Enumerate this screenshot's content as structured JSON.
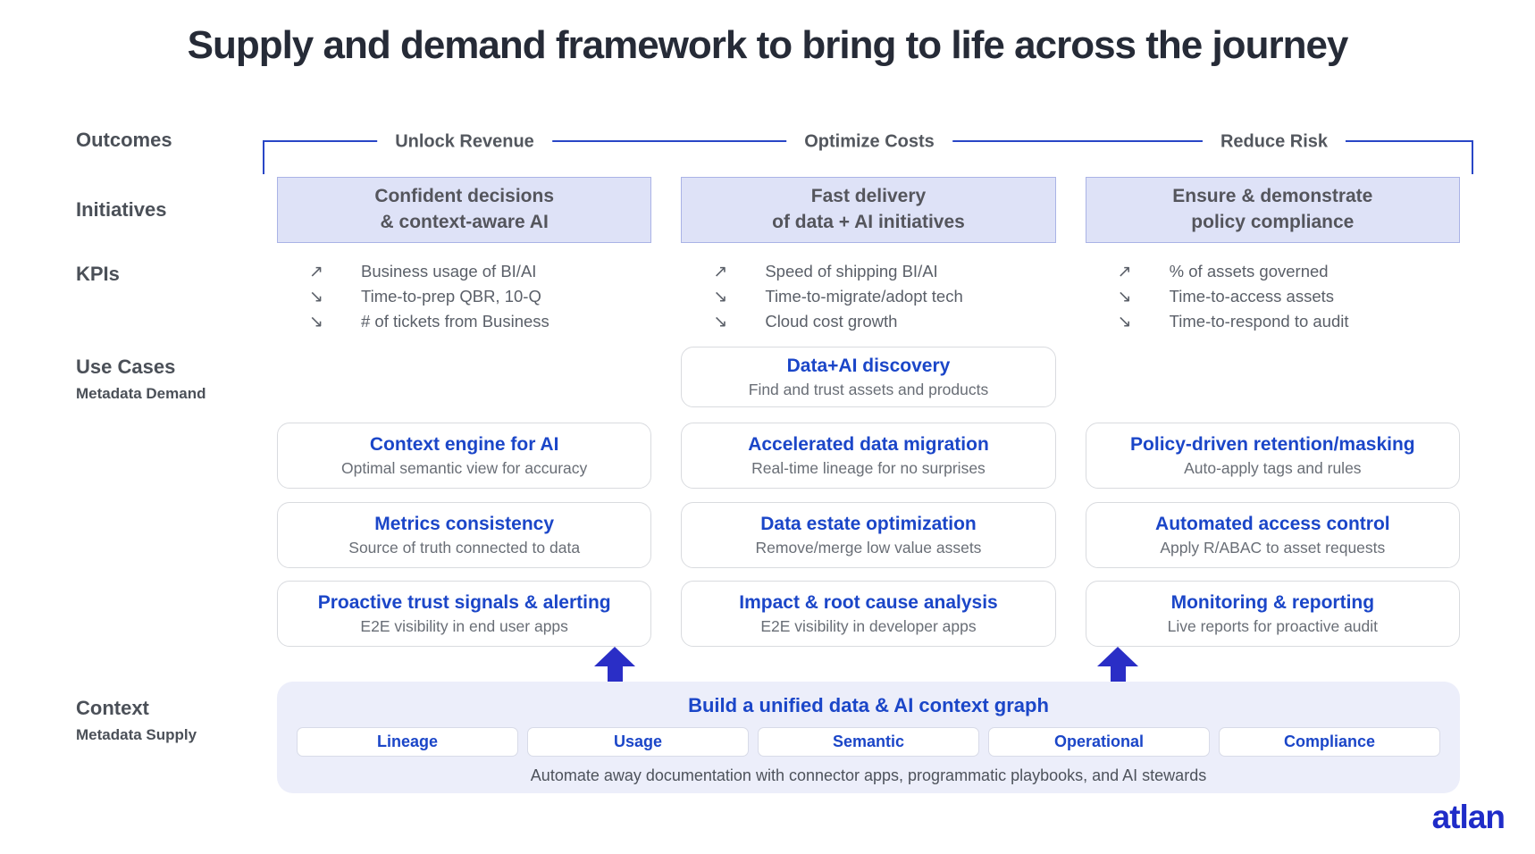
{
  "title": "Supply and demand framework to bring to life across the journey",
  "rails": {
    "outcomes": "Outcomes",
    "initiatives": "Initiatives",
    "kpis": "KPIs",
    "use_cases": "Use Cases",
    "use_cases_sub": "Metadata Demand",
    "context": "Context",
    "context_sub": "Metadata Supply"
  },
  "outcomes": [
    "Unlock Revenue",
    "Optimize Costs",
    "Reduce Risk"
  ],
  "columns": [
    {
      "initiative": {
        "line1": "Confident decisions",
        "line2": "& context-aware AI"
      },
      "kpis": [
        {
          "arrow": "↗",
          "label": "Business usage of BI/AI"
        },
        {
          "arrow": "↘",
          "label": "Time-to-prep QBR, 10-Q"
        },
        {
          "arrow": "↘",
          "label": "# of tickets from Business"
        }
      ],
      "use_cases": [
        {
          "title": "Context engine for AI",
          "subtitle": "Optimal semantic view for accuracy"
        },
        {
          "title": "Metrics consistency",
          "subtitle": "Source of truth connected to data"
        },
        {
          "title": "Proactive trust signals & alerting",
          "subtitle": "E2E visibility in end user apps"
        }
      ]
    },
    {
      "initiative": {
        "line1": "Fast delivery",
        "line2": "of data + AI initiatives"
      },
      "kpis": [
        {
          "arrow": "↗",
          "label": "Speed of shipping BI/AI"
        },
        {
          "arrow": "↘",
          "label": "Time-to-migrate/adopt tech"
        },
        {
          "arrow": "↘",
          "label": "Cloud cost growth"
        }
      ],
      "featured": {
        "title": "Data+AI discovery",
        "subtitle": "Find and trust assets and products"
      },
      "use_cases": [
        {
          "title": "Accelerated data migration",
          "subtitle": "Real-time lineage for no surprises"
        },
        {
          "title": "Data estate optimization",
          "subtitle": "Remove/merge low value assets"
        },
        {
          "title": "Impact & root cause analysis",
          "subtitle": "E2E visibility in developer apps"
        }
      ]
    },
    {
      "initiative": {
        "line1": "Ensure & demonstrate",
        "line2": "policy compliance"
      },
      "kpis": [
        {
          "arrow": "↗",
          "label": "% of assets governed"
        },
        {
          "arrow": "↘",
          "label": "Time-to-access assets"
        },
        {
          "arrow": "↘",
          "label": "Time-to-respond to audit"
        }
      ],
      "use_cases": [
        {
          "title": "Policy-driven retention/masking",
          "subtitle": "Auto-apply tags and rules"
        },
        {
          "title": "Automated access control",
          "subtitle": "Apply R/ABAC to asset requests"
        },
        {
          "title": "Monitoring & reporting",
          "subtitle": "Live reports for proactive audit"
        }
      ]
    }
  ],
  "context_panel": {
    "title": "Build a unified data & AI context graph",
    "chips": [
      "Lineage",
      "Usage",
      "Semantic",
      "Operational",
      "Compliance"
    ],
    "footnote": "Automate away documentation with connector apps, programmatic playbooks, and AI stewards"
  },
  "logo": "atlan",
  "colors": {
    "accent_blue": "#1b46c8",
    "line_blue": "#2946c6",
    "arrow_blue": "#2a2ec6",
    "lavender_fill": "#dee2f7",
    "lavender_border": "#aab3e6",
    "panel_fill": "#eceefa",
    "dark_text": "#262b37",
    "gray_text": "#696e76",
    "logo_blue": "#1f2cc8"
  }
}
